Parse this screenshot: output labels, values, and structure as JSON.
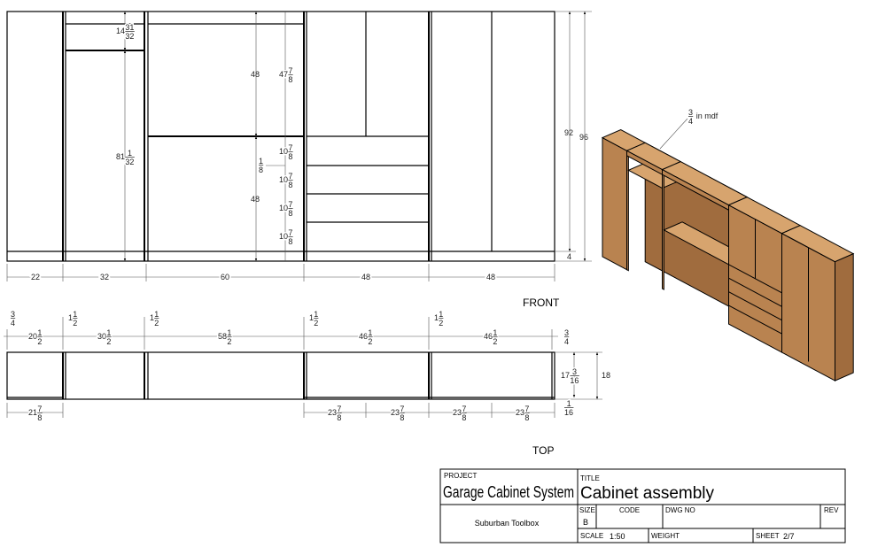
{
  "views": {
    "front_label": "FRONT",
    "top_label": "TOP"
  },
  "front_dims": {
    "upper_shelf_gap": "14 31/32",
    "hanging_height": "81 1/32",
    "upper_48": "48",
    "lower_48": "48",
    "upper_inner": "47 7/8",
    "drawer_1": "10 7/8",
    "drawer_2": "10 7/8",
    "drawer_3": "10 7/8",
    "drawer_4": "10 7/8",
    "drawer_gap": "1/8",
    "height_92": "92",
    "height_96": "96",
    "base_4": "4",
    "widths": [
      "22",
      "32",
      "60",
      "48",
      "48"
    ]
  },
  "top_dims": {
    "left_panel": "3/4",
    "panels": [
      "1 1/2",
      "1 1/2",
      "1 1/2",
      "1 1/2"
    ],
    "inner_widths": [
      "20 1/2",
      "30 1/2",
      "58 1/2",
      "46 1/2",
      "46 1/2"
    ],
    "right_panel": "3/4",
    "depth_inner": "17 3/16",
    "depth": "18",
    "door_thickness": "1/16",
    "door_widths": [
      "21 7/8",
      "23 7/8",
      "23 7/8",
      "23 7/8",
      "23 7/8"
    ]
  },
  "iso": {
    "material_note": "3/4 in mdf",
    "colors": {
      "front": "#b98350",
      "top": "#d7a46e",
      "side": "#a06c3e",
      "edge": "#000000"
    }
  },
  "title_block": {
    "project_label": "PROJECT",
    "project": "Garage Cabinet System",
    "title_label": "TITLE",
    "title": "Cabinet assembly",
    "company": "Suburban Toolbox",
    "size_label": "SIZE",
    "size": "B",
    "code_label": "CODE",
    "dwg_label": "DWG NO",
    "rev_label": "REV",
    "scale_label": "SCALE",
    "scale": "1:50",
    "weight_label": "WEIGHT",
    "sheet_label": "SHEET",
    "sheet": "2/7"
  }
}
